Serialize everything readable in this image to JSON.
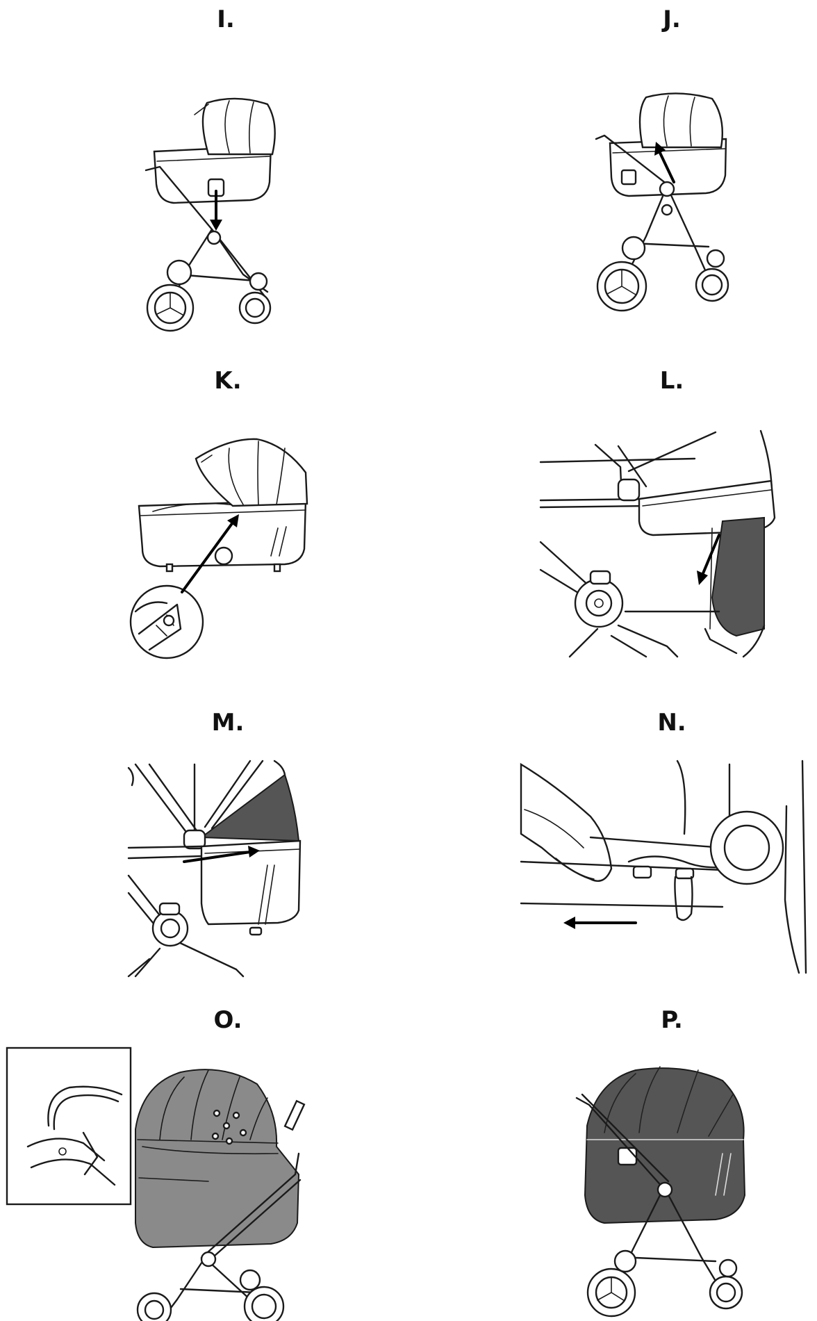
{
  "steps": [
    {
      "id": "I",
      "label": "I."
    },
    {
      "id": "J",
      "label": "J."
    },
    {
      "id": "K",
      "label": "K."
    },
    {
      "id": "L",
      "label": "L."
    },
    {
      "id": "M",
      "label": "M."
    },
    {
      "id": "N",
      "label": "N."
    },
    {
      "id": "O",
      "label": "O."
    },
    {
      "id": "P",
      "label": "P."
    }
  ],
  "icons": [
    "stroller-bassinet-attach",
    "bassinet-release",
    "hood-clip-detail",
    "zip-closure",
    "zip-slide",
    "strap-buckle",
    "mesh-cover",
    "rain-cover"
  ],
  "colors": {
    "line": "#1a1a1a",
    "dark_fabric": "#555555",
    "mesh_fabric": "#8a8a8a",
    "background": "#ffffff"
  }
}
